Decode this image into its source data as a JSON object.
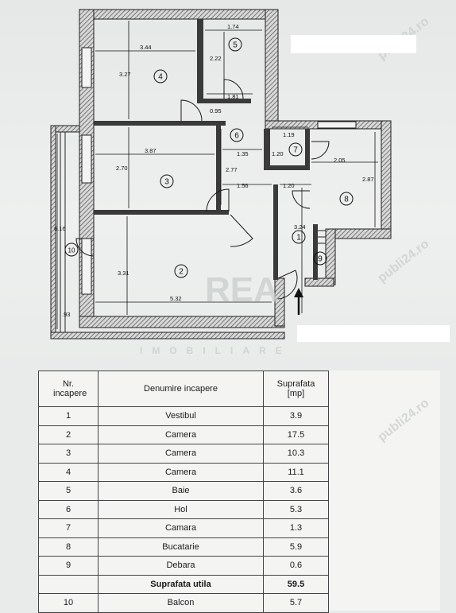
{
  "floorplan": {
    "dimensions": {
      "d344": "3.44",
      "d327": "3.27",
      "d174": "1.74",
      "d222": "2.22",
      "d181": "1.81",
      "d095": "0.95",
      "d387": "3.87",
      "d135": "1.35",
      "d277": "2.77",
      "d270": "2.70",
      "d156": "1.56",
      "d119": "1.19",
      "d120a": "1.20",
      "d120b": "1.20",
      "d205": "2.05",
      "d287": "2.87",
      "d616": "6.16",
      "d324": "3.24",
      "d331": "3.31",
      "d532": "5.32",
      "d93": ".93"
    },
    "rooms": [
      "1",
      "2",
      "3",
      "4",
      "5",
      "6",
      "7",
      "8",
      "9",
      "10"
    ],
    "colors": {
      "wall": "#2a2a2a",
      "hatch": "#8a8a8a",
      "line": "#111111",
      "table_border": "#444444"
    }
  },
  "watermark": {
    "brand": "REA",
    "sub": "IMOBILIARE",
    "site": "publi24.ro"
  },
  "table": {
    "headers": {
      "nr": "Nr. incapere",
      "name": "Denumire incapere",
      "area": "Suprafata [mp]"
    },
    "rows": [
      {
        "nr": "1",
        "name": "Vestibul",
        "area": "3.9"
      },
      {
        "nr": "2",
        "name": "Camera",
        "area": "17.5"
      },
      {
        "nr": "3",
        "name": "Camera",
        "area": "10.3"
      },
      {
        "nr": "4",
        "name": "Camera",
        "area": "11.1"
      },
      {
        "nr": "5",
        "name": "Baie",
        "area": "3.6"
      },
      {
        "nr": "6",
        "name": "Hol",
        "area": "5.3"
      },
      {
        "nr": "7",
        "name": "Camara",
        "area": "1.3"
      },
      {
        "nr": "8",
        "name": "Bucatarie",
        "area": "5.9"
      },
      {
        "nr": "9",
        "name": "Debara",
        "area": "0.6"
      }
    ],
    "total": {
      "nr": "",
      "name": "Suprafata utila",
      "area": "59.5"
    },
    "balcony": {
      "nr": "10",
      "name": "Balcon",
      "area": "5.7"
    }
  }
}
